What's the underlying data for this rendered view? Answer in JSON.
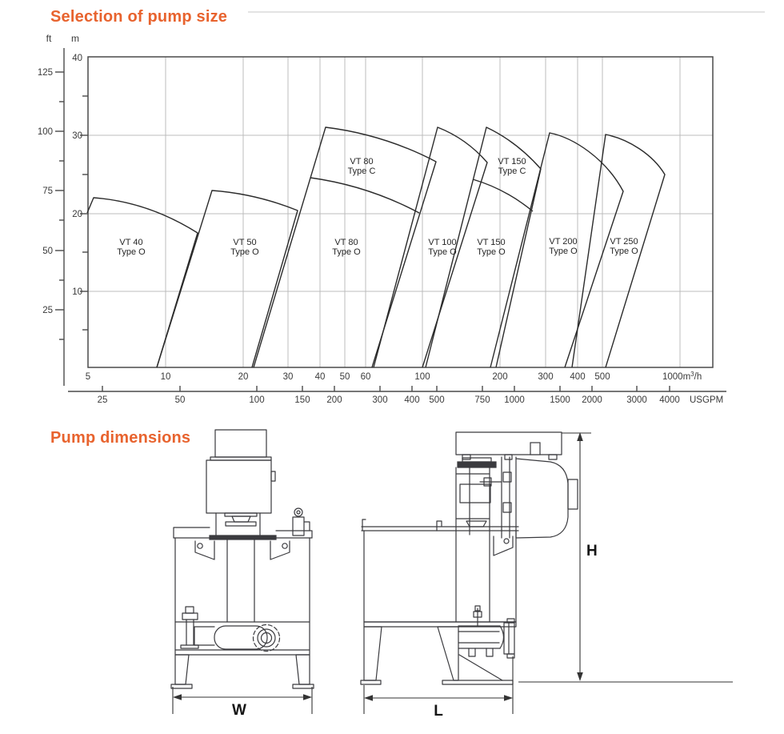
{
  "page": {
    "accent_color": "#e8632e",
    "background": "#ffffff"
  },
  "chart": {
    "title": "Selection of pump size"
  },
  "chart_data": {
    "type": "area",
    "title": "Selection of pump size",
    "description": "Pump selection envelopes: flow (m3/h, USGPM) vs head (m, ft)",
    "grid": true,
    "x_axis": {
      "unit": "m3/h",
      "scale": "log",
      "range": [
        5,
        1400
      ],
      "ticks": [
        5,
        10,
        20,
        30,
        40,
        50,
        60,
        100,
        200,
        300,
        400,
        500
      ],
      "last_label_parts": [
        "1000m",
        "3",
        "/h"
      ]
    },
    "x_axis_secondary": {
      "unit": "USGPM",
      "scale": "log",
      "ticks": [
        25,
        50,
        100,
        150,
        200,
        300,
        400,
        500,
        750,
        1000,
        1500,
        2000,
        3000,
        4000
      ]
    },
    "y_axis": {
      "unit": "m",
      "range": [
        0,
        40
      ],
      "ticks": [
        40,
        30,
        20,
        10
      ]
    },
    "y_axis_secondary": {
      "unit": "ft",
      "ticks": [
        125,
        100,
        75,
        50,
        25
      ]
    },
    "regions": [
      {
        "pump": "VT 40",
        "type": "Type O",
        "envelope_m3h_m": [
          [
            5,
            20
          ],
          [
            5.3,
            22
          ],
          [
            13.6,
            17.4
          ],
          [
            9.3,
            0
          ]
        ]
      },
      {
        "pump": "VT 50",
        "type": "Type O",
        "envelope_m3h_m": [
          [
            9.3,
            0
          ],
          [
            15.4,
            22.9
          ],
          [
            33.4,
            20.4
          ],
          [
            22,
            0
          ]
        ]
      },
      {
        "pump": "VT 80",
        "type": "Type C",
        "envelope_m3h_m": [
          [
            37.5,
            24.6
          ],
          [
            43,
            31
          ],
          [
            116,
            26.6
          ],
          [
            100,
            20
          ]
        ]
      },
      {
        "pump": "VT 80",
        "type": "Type O",
        "envelope_m3h_m": [
          [
            22.3,
            0
          ],
          [
            37.5,
            24.6
          ],
          [
            100,
            20
          ],
          [
            64.8,
            0
          ]
        ]
      },
      {
        "pump": "VT 100",
        "type": "Type O",
        "envelope_m3h_m": [
          [
            66,
            0
          ],
          [
            118,
            31
          ],
          [
            185,
            26.5
          ],
          [
            102,
            0
          ]
        ]
      },
      {
        "pump": "VT 150",
        "type": "Type C",
        "envelope_m3h_m": [
          [
            162,
            24.4
          ],
          [
            183,
            31
          ],
          [
            299,
            25.7
          ],
          [
            279,
            20.3
          ]
        ]
      },
      {
        "pump": "VT 150",
        "type": "Type O",
        "envelope_m3h_m": [
          [
            105,
            0
          ],
          [
            162,
            24.4
          ],
          [
            279,
            20.3
          ],
          [
            199,
            0
          ]
        ]
      },
      {
        "pump": "VT 200",
        "type": "Type O",
        "envelope_m3h_m": [
          [
            189,
            0
          ],
          [
            325,
            30.3
          ],
          [
            630,
            22.8
          ],
          [
            360,
            0
          ]
        ]
      },
      {
        "pump": "VT 250",
        "type": "Type O",
        "envelope_m3h_m": [
          [
            394,
            0
          ],
          [
            537,
            30.1
          ],
          [
            916,
            25
          ],
          [
            537,
            0
          ]
        ]
      }
    ]
  },
  "dimensions": {
    "title": "Pump dimensions",
    "width_label": "W",
    "length_label": "L",
    "height_label": "H"
  }
}
